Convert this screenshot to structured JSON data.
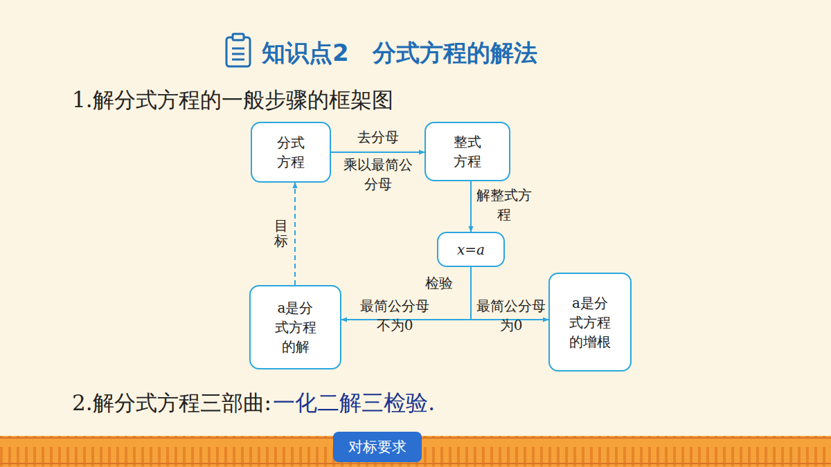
{
  "diagram": {
    "title": "知识点2　分式方程的解法",
    "nodes": [
      {
        "text": [
          "分式方程"
        ]
      },
      {
        "text": [
          "整式方程"
        ]
      },
      {
        "text": [
          "x=a"
        ]
      },
      {
        "text": [
          "a是分式方程的解"
        ]
      },
      {
        "text": [
          "a是分式方程的增根"
        ]
      }
    ],
    "edges": [
      {
        "from": 0,
        "to": 1,
        "label": "去分母",
        "arrow": "to"
      },
      {
        "from": 1,
        "to": 2,
        "label": "解整式方程",
        "arrow": "to"
      },
      {
        "from": 2,
        "to": 3,
        "label": "最简公分母不为0",
        "arrow": "to"
      },
      {
        "from": 2,
        "to": 4,
        "label": "最简公分母为0",
        "arrow": "to"
      },
      {
        "from": 3,
        "to": 0,
        "label": "目标",
        "arrow": "to"
      }
    ],
    "labels": [
      "1.解分式方程的一般步骤的框架图",
      "乘以最简公分母",
      "检验",
      "2.解分式方程三部曲:",
      "一化二解三检验.",
      "对标要求"
    ]
  }
}
